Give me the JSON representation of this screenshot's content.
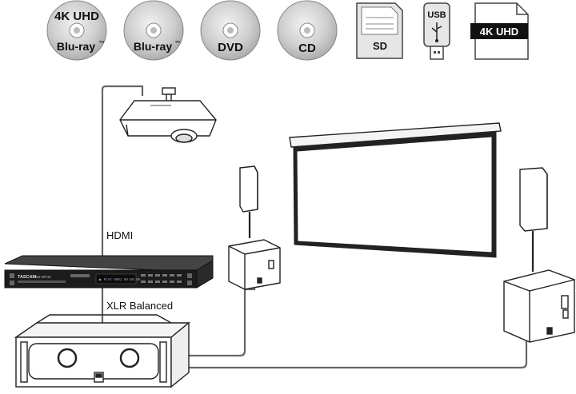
{
  "media": {
    "uhd_disc": {
      "line1": "4K UHD",
      "line2": "Blu-ray",
      "tm": "™"
    },
    "bluray_disc": {
      "line1": "Blu-ray",
      "tm": "™"
    },
    "dvd_disc": {
      "line1": "DVD"
    },
    "cd_disc": {
      "line1": "CD"
    },
    "sd_card": {
      "label": "SD"
    },
    "usb_stick": {
      "label": "USB"
    },
    "uhd_file": {
      "label": "4K UHD"
    }
  },
  "connections": {
    "hdmi": "HDMI",
    "xlr": "XLR Balanced"
  },
  "player": {
    "brand": "TASCAM",
    "model": "BD-MP4K",
    "display": "▶ PLAY 0001 00:00:00"
  },
  "colors": {
    "line": "#111111",
    "cable": "#666666",
    "disc_fill": "#cfcfcf",
    "player_body": "#1c1c1c",
    "device_fill": "#ffffff"
  }
}
